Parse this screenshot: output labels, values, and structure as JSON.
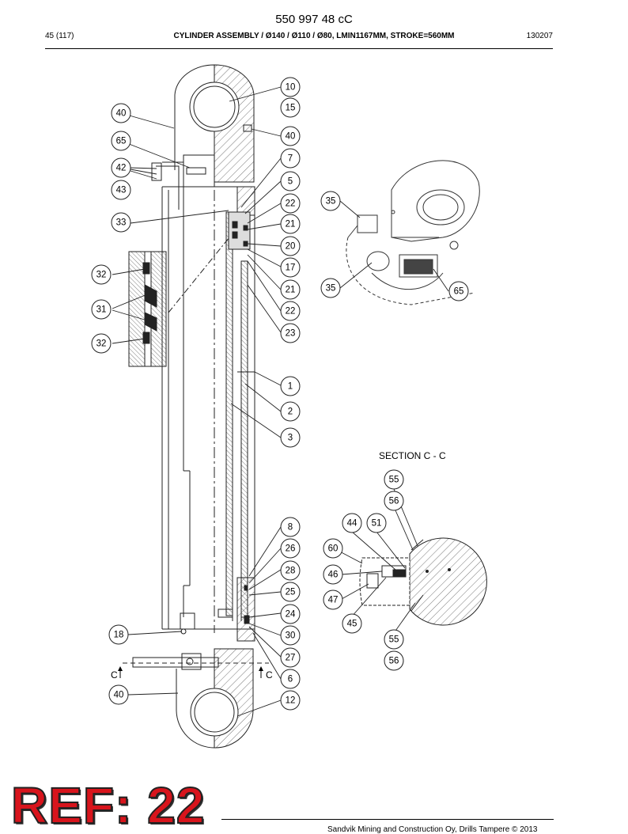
{
  "header": {
    "doc_number": "550 997 48 cC",
    "page": "45 (117)",
    "title": "CYLINDER ASSEMBLY / Ø140 / Ø110 / Ø80, LMIN1167MM, STROKE=560MM",
    "code": "130207"
  },
  "section_label": "SECTION C - C",
  "section_marks": [
    "C",
    "C"
  ],
  "callouts": {
    "main": [
      "10",
      "15",
      "40",
      "40",
      "65",
      "7",
      "42",
      "5",
      "43",
      "22",
      "33",
      "21",
      "20",
      "17",
      "21",
      "22",
      "23",
      "1",
      "2",
      "3",
      "8",
      "26",
      "28",
      "25",
      "24",
      "18",
      "30",
      "27",
      "6",
      "40",
      "12"
    ],
    "detail_seal": [
      "32",
      "31",
      "32"
    ],
    "iso_view": [
      "35",
      "35",
      "65"
    ],
    "section_view": [
      "55",
      "56",
      "44",
      "51",
      "60",
      "46",
      "47",
      "45",
      "55",
      "56"
    ]
  },
  "ref_stamp": "REF: 22",
  "footer": "Sandvik Mining and Construction Oy, Drills Tampere © 2013",
  "colors": {
    "ref_stamp": "#d8141c"
  }
}
